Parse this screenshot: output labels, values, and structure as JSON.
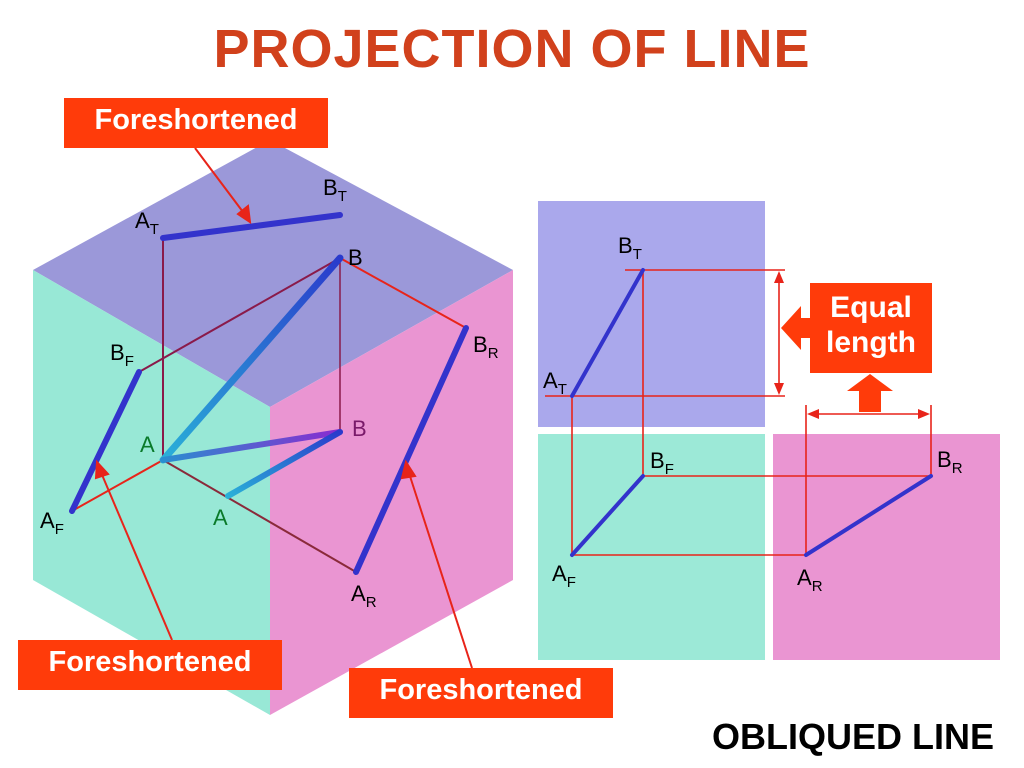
{
  "title": "PROJECTION  OF  LINE",
  "footer": "OBLIQUED  LINE",
  "callouts": {
    "top": "Foreshortened",
    "left": "Foreshortened",
    "right": "Foreshortened",
    "equal_line1": "Equal",
    "equal_line2": "length"
  },
  "labels": {
    "point_a": "A",
    "point_b": "B",
    "subscript_top": "T",
    "subscript_front": "F",
    "subscript_right": "R"
  },
  "colors": {
    "title": "#d1411c",
    "callout_bg": "#ff3b0a",
    "plane_top": "#9b98d9",
    "plane_front": "#98e8d6",
    "plane_right": "#ea95d2",
    "projection_line": "#3333cc",
    "construction_line": "#e8241a"
  }
}
